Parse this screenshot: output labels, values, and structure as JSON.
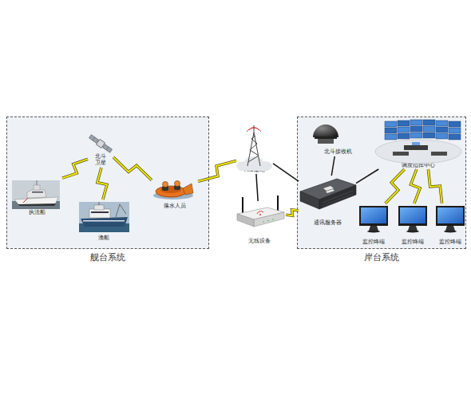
{
  "diagram": {
    "nodes": [
      {
        "text": [
          "舰台系统"
        ]
      },
      {
        "text": [
          "北斗 卫星"
        ],
        "in": 0
      },
      {
        "text": [
          "执法船"
        ],
        "in": 0
      },
      {
        "text": [
          "渔船"
        ],
        "in": 0
      },
      {
        "text": [
          "落水人员"
        ],
        "in": 0
      },
      {
        "text": [
          "AIS基站"
        ]
      },
      {
        "text": [
          "无线设备"
        ]
      },
      {
        "text": [
          "岸台系统"
        ]
      },
      {
        "text": [
          "北斗接收机"
        ],
        "in": 7
      },
      {
        "text": [
          "通讯服务器"
        ],
        "in": 7
      },
      {
        "text": [
          "调度指挥中心"
        ],
        "in": 7
      },
      {
        "text": [
          "监控终端"
        ],
        "in": 7
      },
      {
        "text": [
          "监控终端"
        ],
        "in": 7
      },
      {
        "text": [
          "监控终端"
        ],
        "in": 7
      }
    ],
    "edges": [
      {
        "from": 1,
        "to": 2,
        "arrow": "none"
      },
      {
        "from": 1,
        "to": 3,
        "arrow": "none"
      },
      {
        "from": 1,
        "to": 4,
        "arrow": "none"
      },
      {
        "from": 4,
        "to": 5,
        "arrow": "none"
      },
      {
        "from": 5,
        "to": 6,
        "arrow": "none"
      },
      {
        "from": 5,
        "to": 9,
        "arrow": "none"
      },
      {
        "from": 6,
        "to": 9,
        "arrow": "none"
      },
      {
        "from": 8,
        "to": 9,
        "arrow": "none"
      },
      {
        "from": 9,
        "to": 10,
        "arrow": "none"
      },
      {
        "from": 10,
        "to": 11,
        "arrow": "none"
      },
      {
        "from": 10,
        "to": 12,
        "arrow": "none"
      },
      {
        "from": 10,
        "to": 13,
        "arrow": "none"
      }
    ]
  }
}
